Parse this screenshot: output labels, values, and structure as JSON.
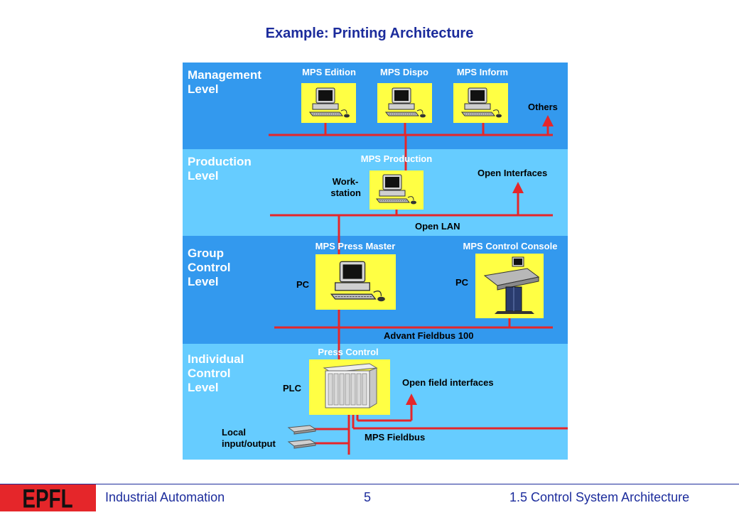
{
  "title": "Example: Printing Architecture",
  "colors": {
    "level_dark": "#3399ee",
    "level_light": "#66ccff",
    "box": "#ffff44",
    "bus": "#e5262a",
    "title": "#1c2c9c"
  },
  "levels": {
    "management": [
      "Management",
      "Level"
    ],
    "production": [
      "Production",
      "Level"
    ],
    "group": [
      "Group",
      "Control",
      "Level"
    ],
    "individual": [
      "Individual",
      "Control",
      "Level"
    ]
  },
  "stations": {
    "mps_edition": "MPS Edition",
    "mps_dispo": "MPS Dispo",
    "mps_inform": "MPS Inform",
    "others": "Others",
    "mps_production": "MPS Production",
    "workstation": [
      "Work-",
      "station"
    ],
    "open_interfaces": "Open Interfaces",
    "open_lan": "Open LAN",
    "mps_press_master": "MPS Press Master",
    "mps_control_console": "MPS Control Console",
    "pc_left": "PC",
    "pc_right": "PC",
    "advant_fieldbus": "Advant Fieldbus 100",
    "press_control": "Press Control",
    "plc": "PLC",
    "open_field_interfaces": "Open field interfaces",
    "local_io": [
      "Local",
      "input/output"
    ],
    "mps_fieldbus": "MPS Fieldbus"
  },
  "footer": {
    "logo": "EPFL",
    "course": "Industrial Automation",
    "page": "5",
    "section": "1.5 Control System Architecture"
  }
}
